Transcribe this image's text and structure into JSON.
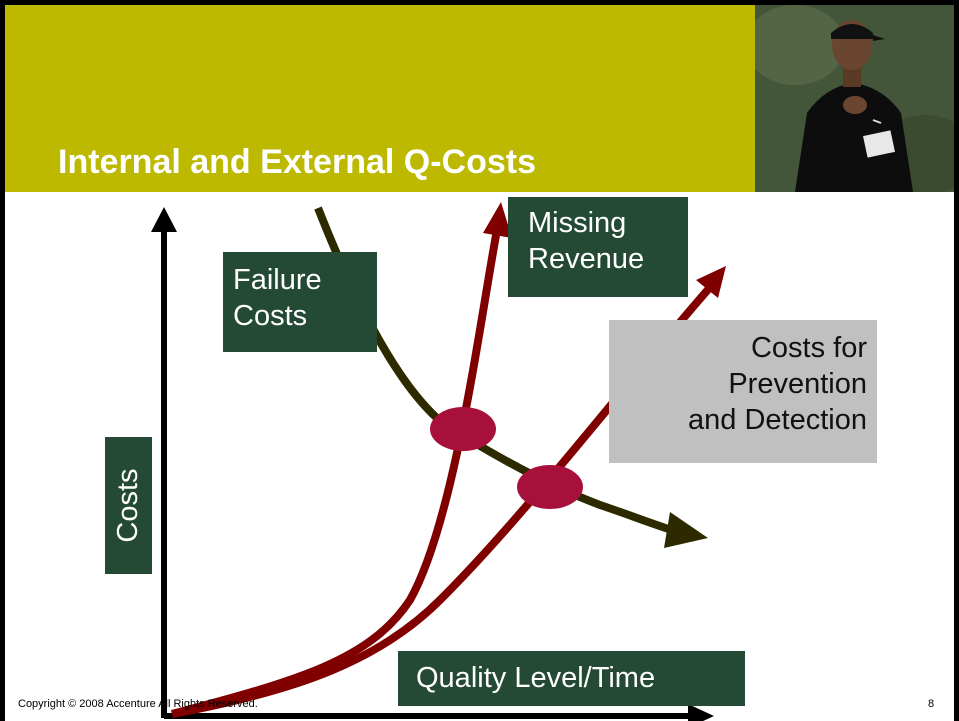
{
  "slide": {
    "title": "Internal and External Q-Costs",
    "colors": {
      "banner": "#bdb800",
      "label_green": "#244a36",
      "label_gray": "#c0c0c0",
      "failure_curve": "#2e2a00",
      "cost_curves": "#800000",
      "intersection": "#a8103c"
    }
  },
  "labels": {
    "failure_costs": [
      "Failure",
      "Costs"
    ],
    "missing_revenue": [
      "Missing",
      "Revenue"
    ],
    "prevention": [
      "Costs for",
      "Prevention",
      "and Detection"
    ],
    "y_axis": "Costs",
    "x_axis": "Quality Level/Time"
  },
  "footer": {
    "copyright": "Copyright © 2008 Accenture All Rights Reserved.",
    "page_number": "8"
  },
  "photo": {
    "description_icon": "person-photo"
  }
}
